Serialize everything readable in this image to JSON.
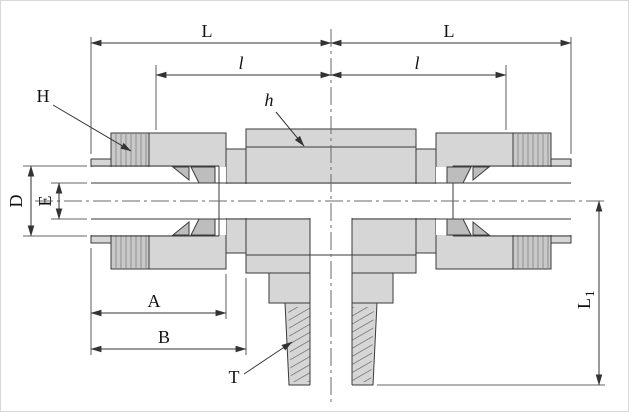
{
  "diagram": {
    "dimension_labels": {
      "L_left": "L",
      "L_right": "L",
      "l_left": "l",
      "l_right": "l",
      "H": "H",
      "h": "h",
      "D": "D",
      "E": "E",
      "A": "A",
      "B": "B",
      "T": "T",
      "L1_main": "L",
      "L1_sub": "1"
    },
    "colors": {
      "line": "#3a3a3a",
      "dimension_line": "#333333",
      "metal_fill": "#d6d6d6",
      "ferrule_fill": "#bdbdbd",
      "background": "#ffffff"
    }
  }
}
